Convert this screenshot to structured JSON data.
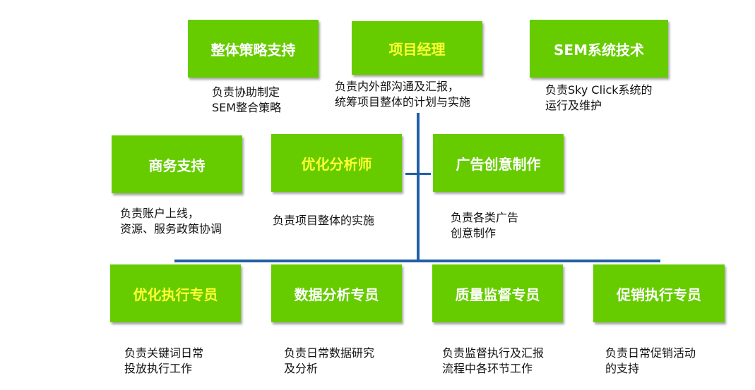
{
  "top": [
    {
      "title": "整体策略支持",
      "desc": [
        "负责协助制定",
        "SEM整合策略"
      ]
    },
    {
      "title": "项目经理",
      "desc": [
        "负责内外部沟通及汇报，",
        "统筹项目整体的计划与实施"
      ]
    },
    {
      "title": "SEM系统技术",
      "desc": [
        "负责Sky Click系统的",
        "运行及维护"
      ]
    }
  ],
  "middle": [
    {
      "title": "商务支持",
      "desc": [
        "负责账户上线，",
        "资源、服务政策协调"
      ]
    },
    {
      "title": "优化分析师",
      "desc": [
        "负责项目整体的实施"
      ]
    },
    {
      "title": "广告创意制作",
      "desc": [
        "负责各类广告",
        "创意制作"
      ]
    }
  ],
  "bottom": [
    {
      "title": "优化执行专员",
      "desc": [
        "负责关键词日常",
        "投放执行工作"
      ]
    },
    {
      "title": "数据分析专员",
      "desc": [
        "负责日常数据研究",
        "及分析"
      ]
    },
    {
      "title": "质量监督专员",
      "desc": [
        "负责监督执行及汇报",
        "流程中各环节工作"
      ]
    },
    {
      "title": "促销执行专员",
      "desc": [
        "负责日常促销活动",
        "的支持"
      ]
    }
  ],
  "colors": {
    "box_fill": "#66cc00",
    "title_white": "#ffffff",
    "title_yellow": "#ffff33",
    "connector": "#1f5fa6"
  }
}
